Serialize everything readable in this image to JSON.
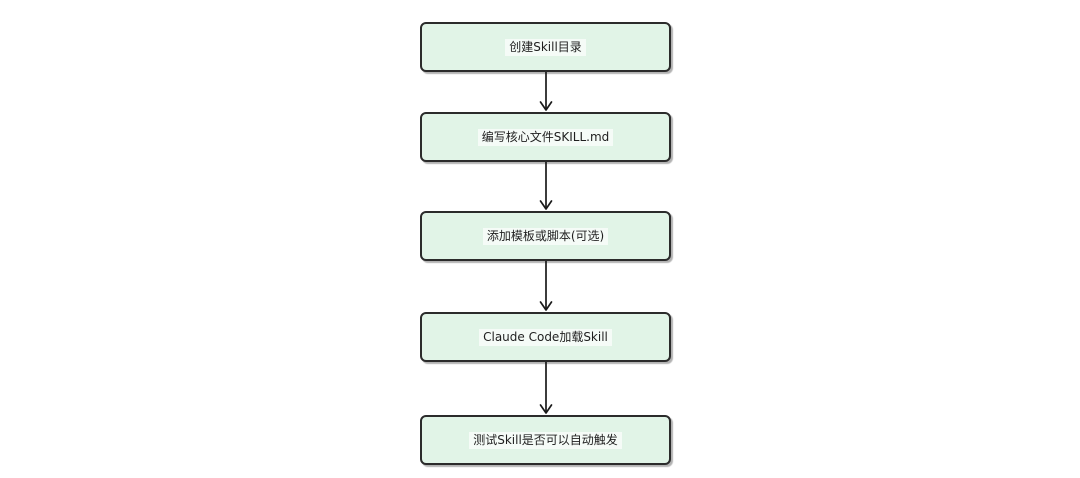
{
  "diagram": {
    "type": "flowchart",
    "direction": "top-down",
    "colors": {
      "page_bg": "#ffffff",
      "node_fill": "#e1f4e7",
      "node_border": "#2b2b2b",
      "text_color": "#1f1f1f",
      "arrow_color": "#1a1a1a",
      "label_bg": "rgba(255,255,255,0.65)"
    },
    "nodes": [
      {
        "id": "step-1",
        "label": "创建Skill目录"
      },
      {
        "id": "step-2",
        "label": "编写核心文件SKILL.md"
      },
      {
        "id": "step-3",
        "label": "添加模板或脚本(可选)"
      },
      {
        "id": "step-4",
        "label": "Claude Code加载Skill"
      },
      {
        "id": "step-5",
        "label": "测试Skill是否可以自动触发"
      }
    ],
    "edges": [
      {
        "from": "step-1",
        "to": "step-2"
      },
      {
        "from": "step-2",
        "to": "step-3"
      },
      {
        "from": "step-3",
        "to": "step-4"
      },
      {
        "from": "step-4",
        "to": "step-5"
      }
    ]
  }
}
